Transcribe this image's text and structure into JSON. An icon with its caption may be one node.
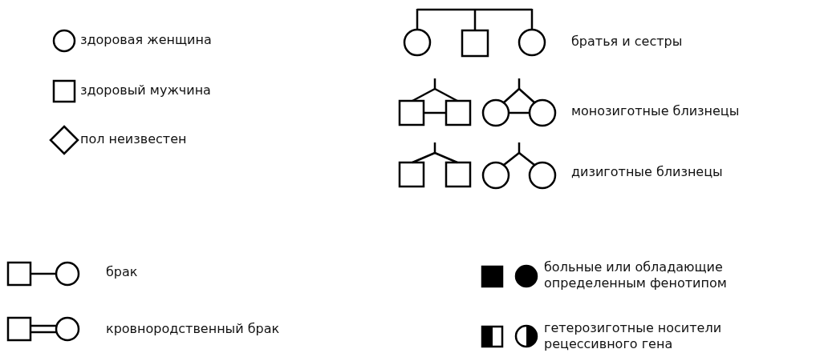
{
  "diagram": {
    "legend": [
      {
        "text": "здоровая женщина"
      },
      {
        "text": "здоровый мужчина"
      },
      {
        "text": "пол неизвестен"
      },
      {
        "text": "братья и сестры"
      },
      {
        "text": "монозиготные близнецы"
      },
      {
        "text": "дизиготные близнецы"
      },
      {
        "text": "брак"
      },
      {
        "text": "кровнородственный брак"
      },
      {
        "text": "больные или обладающие определенным фенотипом"
      },
      {
        "text": "гетерозиготные носители рецессивного гена"
      }
    ]
  }
}
